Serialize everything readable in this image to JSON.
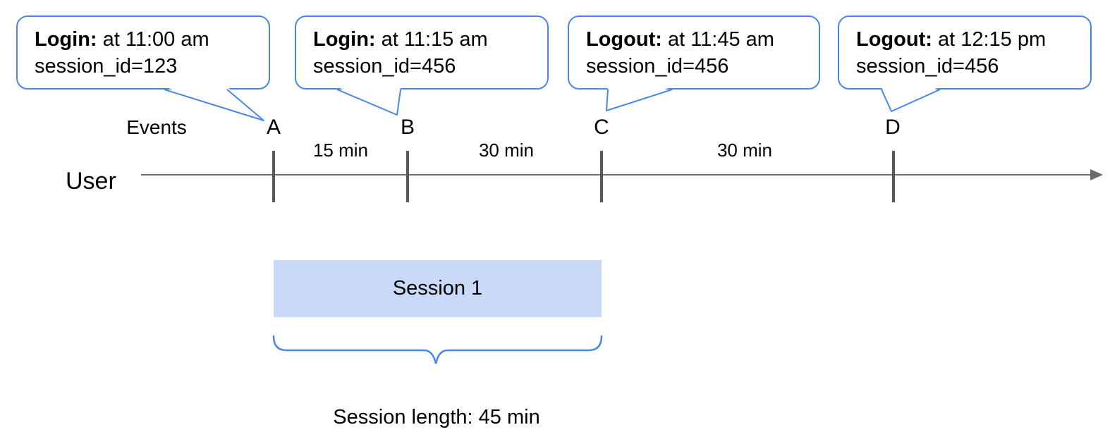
{
  "bubbles": [
    {
      "event": "Login:",
      "time_text": " at 11:00 am",
      "session_text": "session_id=123",
      "points_to": "A"
    },
    {
      "event": "Login:",
      "time_text": " at 11:15 am",
      "session_text": "session_id=456",
      "points_to": "B"
    },
    {
      "event": "Logout:",
      "time_text": " at 11:45 am",
      "session_text": "session_id=456",
      "points_to": "C"
    },
    {
      "event": "Logout:",
      "time_text": " at 12:15 pm",
      "session_text": "session_id=456",
      "points_to": "D"
    }
  ],
  "timeline": {
    "axis_label": "Events",
    "actor_label": "User",
    "events": [
      "A",
      "B",
      "C",
      "D"
    ],
    "intervals": [
      "15 min",
      "30 min",
      "30 min"
    ]
  },
  "session": {
    "label": "Session 1",
    "length_label": "Session length: 45 min"
  },
  "colors": {
    "accent_blue": "#4a86e8",
    "session_fill": "#c9daf8",
    "axis_gray": "#6b6b6b",
    "tick_gray": "#595959",
    "text_black": "#000000"
  }
}
